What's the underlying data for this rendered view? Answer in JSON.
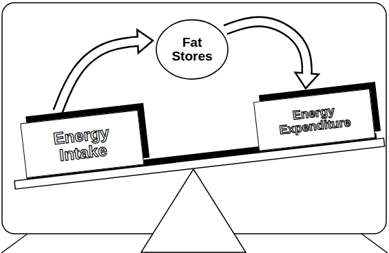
{
  "diagram": {
    "nodes": [
      {
        "text": [
          "Fat Stores"
        ]
      },
      {
        "text": [
          "Energy Intake"
        ]
      },
      {
        "text": [
          "Energy Expenditure"
        ]
      }
    ],
    "edges": [
      {
        "from": 1,
        "to": 0,
        "arrow": "to"
      },
      {
        "from": 0,
        "to": 2,
        "arrow": "to"
      }
    ]
  }
}
